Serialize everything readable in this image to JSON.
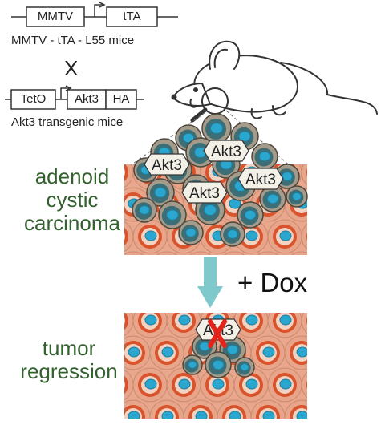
{
  "construct1": {
    "boxes": [
      "MMTV",
      "tTA"
    ],
    "caption": "MMTV - tTA - L55 mice"
  },
  "cross_symbol": "X",
  "construct2": {
    "boxes": [
      "TetO",
      "Akt3",
      "HA"
    ],
    "caption": "Akt3 transgenic mice"
  },
  "label_tumor": [
    "adenoid",
    "cystic",
    "carcinoma"
  ],
  "treatment": "+ Dox",
  "label_result": [
    "tumor",
    "regression"
  ],
  "akt3_tags": [
    "Akt3",
    "Akt3",
    "Akt3",
    "Akt3"
  ],
  "regressed_tag": "Akt3",
  "colors": {
    "label_green": "#33622f",
    "arrow": "#7fc9cc",
    "cell_outer": "#e8a58a",
    "cell_ring": "#d9532c",
    "cell_inner": "#f2d2c0",
    "nucleus": "#2aa6cf",
    "tumor_cell": "#a59b8a",
    "x_mark": "#e4241b"
  }
}
